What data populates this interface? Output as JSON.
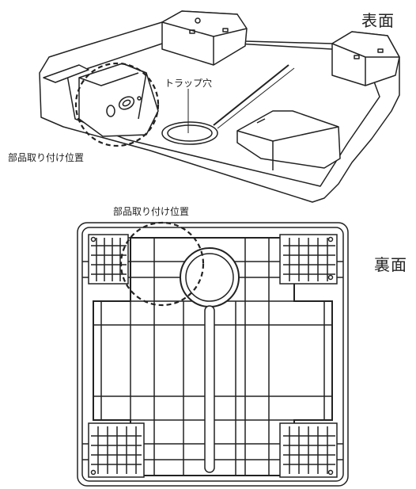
{
  "labels": {
    "top_face": "表面",
    "bottom_face": "裏面",
    "trap_hole": "トラップ穴",
    "mount_position_top": "部品取り付け位置",
    "mount_position_bottom": "部品取り付け位置"
  }
}
